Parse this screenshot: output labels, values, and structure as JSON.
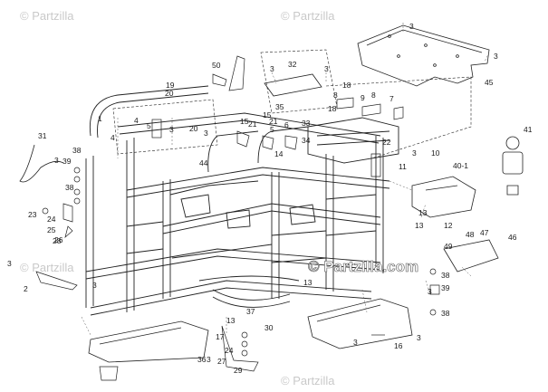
{
  "watermark": {
    "brand": "Partzilla",
    "brand_url": "Partzilla.com",
    "copyright_symbol": "©"
  },
  "diagram": {
    "background": "#ffffff",
    "line_color": "#222222",
    "watermark_color": "#c9c9c9",
    "callouts": [
      {
        "id": "c1",
        "text": "1"
      },
      {
        "id": "c2",
        "text": "2"
      },
      {
        "id": "c3a",
        "text": "3"
      },
      {
        "id": "c3b",
        "text": "3"
      },
      {
        "id": "c3c",
        "text": "3"
      },
      {
        "id": "c3d",
        "text": "3"
      },
      {
        "id": "c3e",
        "text": "3"
      },
      {
        "id": "c3f",
        "text": "3"
      },
      {
        "id": "c3g",
        "text": "3"
      },
      {
        "id": "c3h",
        "text": "3"
      },
      {
        "id": "c3i",
        "text": "3"
      },
      {
        "id": "c3j",
        "text": "3"
      },
      {
        "id": "c3k",
        "text": "3"
      },
      {
        "id": "c3l",
        "text": "3"
      },
      {
        "id": "c3m",
        "text": "3"
      },
      {
        "id": "c3n",
        "text": "3"
      },
      {
        "id": "c4a",
        "text": "4"
      },
      {
        "id": "c4b",
        "text": "4"
      },
      {
        "id": "c5a",
        "text": "5"
      },
      {
        "id": "c5b",
        "text": "5"
      },
      {
        "id": "c6",
        "text": "6"
      },
      {
        "id": "c7",
        "text": "7"
      },
      {
        "id": "c8a",
        "text": "8"
      },
      {
        "id": "c8b",
        "text": "8"
      },
      {
        "id": "c9",
        "text": "9"
      },
      {
        "id": "c10",
        "text": "10"
      },
      {
        "id": "c11",
        "text": "11"
      },
      {
        "id": "c12",
        "text": "12"
      },
      {
        "id": "c13a",
        "text": "13"
      },
      {
        "id": "c13b",
        "text": "13"
      },
      {
        "id": "c13c",
        "text": "13"
      },
      {
        "id": "c13d",
        "text": "13"
      },
      {
        "id": "c14",
        "text": "14"
      },
      {
        "id": "c15a",
        "text": "15"
      },
      {
        "id": "c15b",
        "text": "15"
      },
      {
        "id": "c16",
        "text": "16"
      },
      {
        "id": "c17",
        "text": "17"
      },
      {
        "id": "c18a",
        "text": "18"
      },
      {
        "id": "c18b",
        "text": "18"
      },
      {
        "id": "c19",
        "text": "19"
      },
      {
        "id": "c20a",
        "text": "20"
      },
      {
        "id": "c20b",
        "text": "20"
      },
      {
        "id": "c21a",
        "text": "21"
      },
      {
        "id": "c21b",
        "text": "21"
      },
      {
        "id": "c22",
        "text": "22"
      },
      {
        "id": "c23",
        "text": "23"
      },
      {
        "id": "c24a",
        "text": "24"
      },
      {
        "id": "c24b",
        "text": "24"
      },
      {
        "id": "c25",
        "text": "25"
      },
      {
        "id": "c26",
        "text": "26"
      },
      {
        "id": "c27",
        "text": "27"
      },
      {
        "id": "c28",
        "text": "28"
      },
      {
        "id": "c29",
        "text": "29"
      },
      {
        "id": "c30",
        "text": "30"
      },
      {
        "id": "c31",
        "text": "31"
      },
      {
        "id": "c32",
        "text": "32"
      },
      {
        "id": "c33",
        "text": "33"
      },
      {
        "id": "c34",
        "text": "34"
      },
      {
        "id": "c35",
        "text": "35"
      },
      {
        "id": "c36",
        "text": "36"
      },
      {
        "id": "c37",
        "text": "37"
      },
      {
        "id": "c38a",
        "text": "38"
      },
      {
        "id": "c38b",
        "text": "38"
      },
      {
        "id": "c38c",
        "text": "38"
      },
      {
        "id": "c38d",
        "text": "38"
      },
      {
        "id": "c39a",
        "text": "39"
      },
      {
        "id": "c39b",
        "text": "39"
      },
      {
        "id": "c40",
        "text": "40-1"
      },
      {
        "id": "c41",
        "text": "41"
      },
      {
        "id": "c44",
        "text": "44"
      },
      {
        "id": "c45",
        "text": "45"
      },
      {
        "id": "c46",
        "text": "46"
      },
      {
        "id": "c47",
        "text": "47"
      },
      {
        "id": "c48",
        "text": "48"
      },
      {
        "id": "c49",
        "text": "49"
      },
      {
        "id": "c50",
        "text": "50"
      }
    ]
  }
}
